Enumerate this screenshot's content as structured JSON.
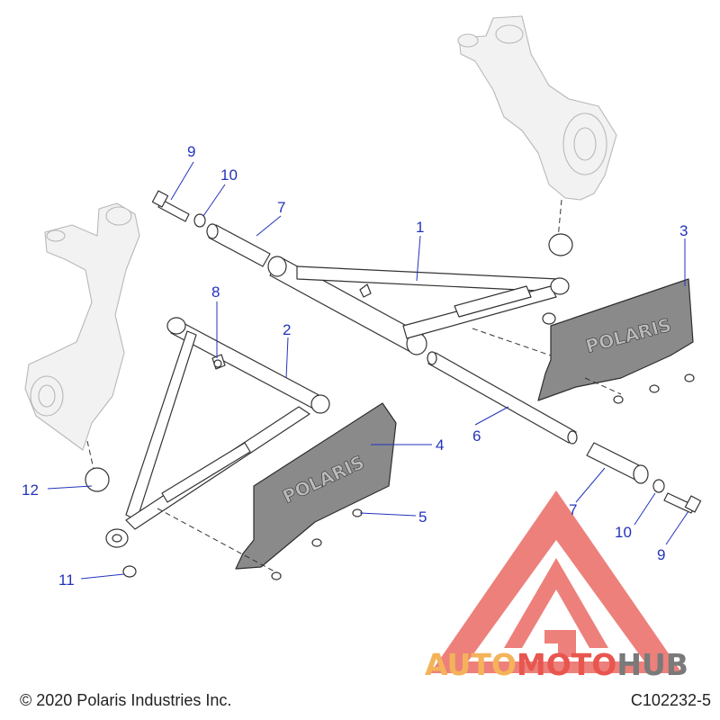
{
  "callouts": {
    "c1": "1",
    "c2": "2",
    "c3": "3",
    "c4": "4",
    "c5": "5",
    "c6": "6",
    "c7a": "7",
    "c7b": "7",
    "c8": "8",
    "c9a": "9",
    "c9b": "9",
    "c10a": "10",
    "c10b": "10",
    "c11": "11",
    "c12": "12"
  },
  "guard_logo": "POLARIS",
  "watermark": {
    "part1": "AUTO",
    "part2": "MOTO",
    "part3": "HUB"
  },
  "footer": {
    "copyright": "© 2020 Polaris Industries Inc.",
    "figure_id": "C102232-5"
  },
  "colors": {
    "callout": "#2233bb",
    "guard": "#8a8a8a",
    "watermark_red": "#e8564f",
    "watermark_orange": "#f4b35a",
    "watermark_gray": "#7a7a7a"
  }
}
